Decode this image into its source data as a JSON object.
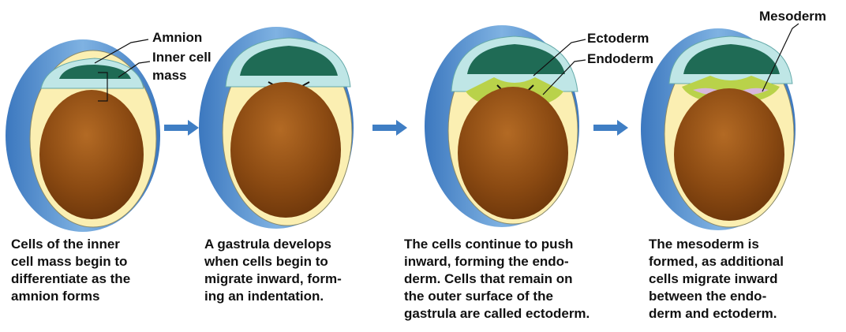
{
  "labels": {
    "amnion": "Amnion",
    "inner_cell_mass": [
      "Inner cell",
      "mass"
    ],
    "ectoderm": "Ectoderm",
    "endoderm": "Endoderm",
    "mesoderm": "Mesoderm"
  },
  "captions": [
    {
      "lines": [
        "Cells of the inner",
        "cell mass begin to",
        "differentiate as the",
        "amnion forms"
      ]
    },
    {
      "lines": [
        "A gastrula develops",
        "when cells begin to",
        "migrate inward, form-",
        "ing an indentation."
      ]
    },
    {
      "lines": [
        "The cells continue to push",
        "inward, forming the endo-",
        "derm. Cells that remain on",
        "the outer surface of the",
        "gastrula are called ectoderm."
      ]
    },
    {
      "lines": [
        "The mesoderm is",
        "formed, as additional",
        "cells migrate inward",
        "between the endo-",
        "derm and ectoderm."
      ]
    }
  ],
  "colors": {
    "outer_blue": "#4f8fd0",
    "amnion_teal": "#bfe6e6",
    "cavity_green": "#1f6b55",
    "yolk_cream": "#fbefb2",
    "yolk_brown": "#8b4a12",
    "endoderm_green": "#b9d24a",
    "mesoderm_pink": "#d7b8dc",
    "arrow_blue": "#3f7ec4"
  }
}
